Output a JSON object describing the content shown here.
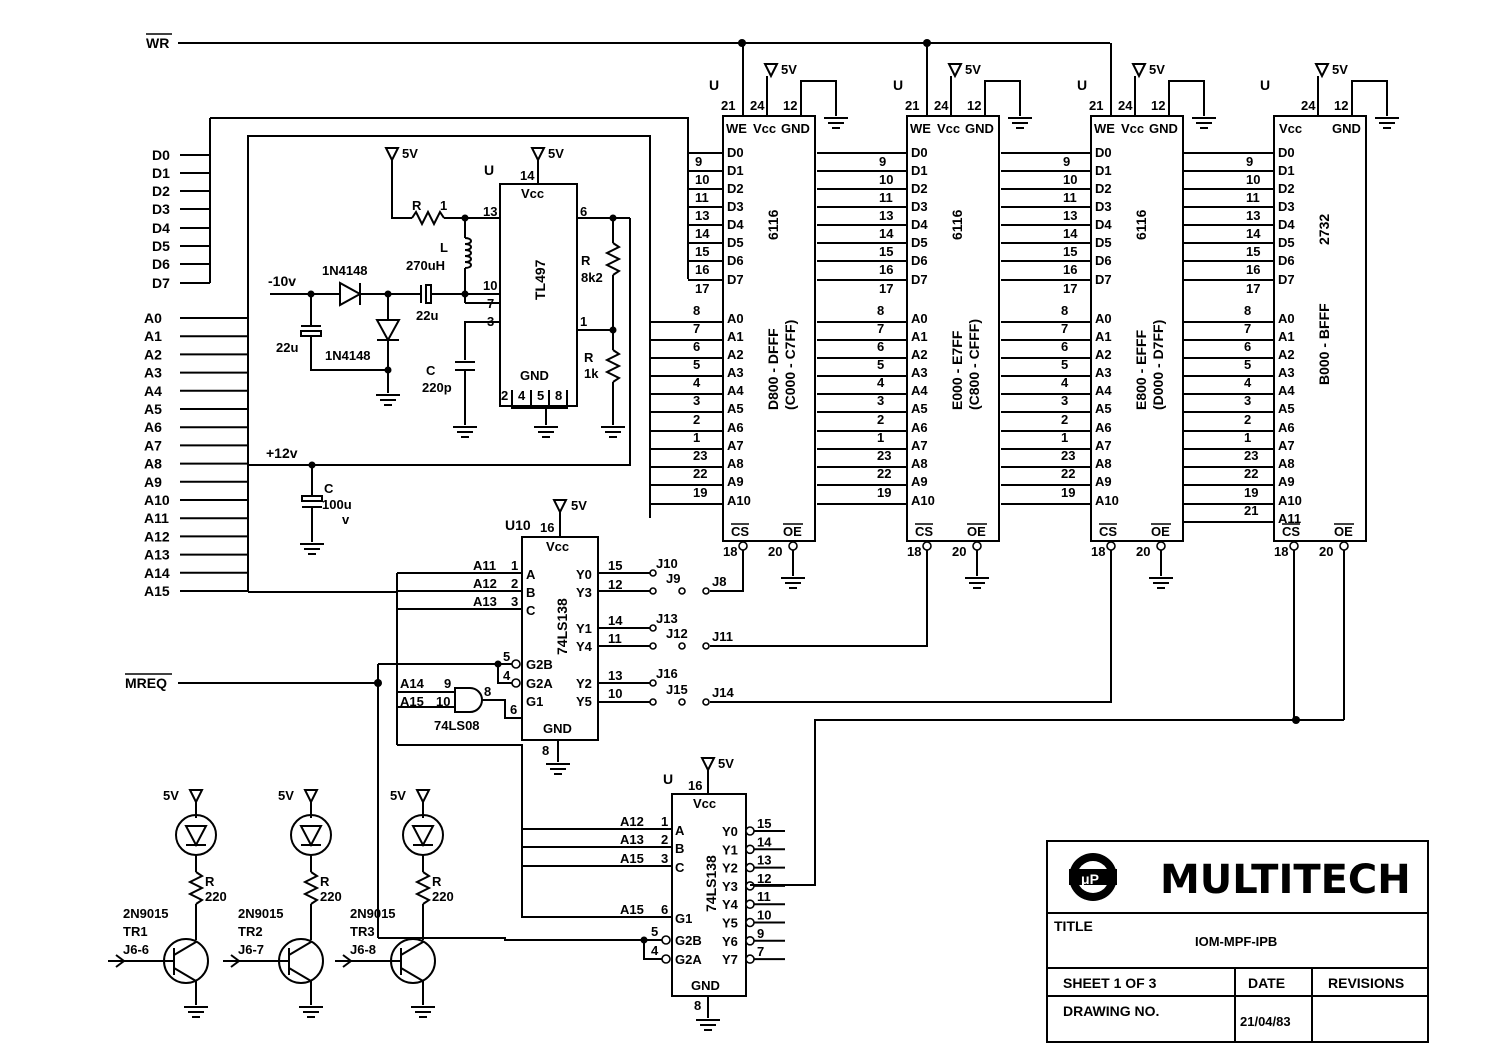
{
  "signals": {
    "wr": "WR",
    "mreq": "MREQ",
    "data_bus": [
      "D0",
      "D1",
      "D2",
      "D3",
      "D4",
      "D5",
      "D6",
      "D7"
    ],
    "addr_bus": [
      "A0",
      "A1",
      "A2",
      "A3",
      "A4",
      "A5",
      "A6",
      "A7",
      "A8",
      "A9",
      "A10",
      "A11",
      "A12",
      "A13",
      "A14",
      "A15"
    ]
  },
  "power": {
    "v5": "5V",
    "v12": "+12v",
    "vm10": "-10v"
  },
  "u_label": "U",
  "memory_chips": [
    {
      "part": "6116",
      "range1": "D800 - DFFF",
      "range2": "(C000 - C7FF)",
      "we_pin": "21",
      "vcc_pin": "24",
      "gnd_pin": "12",
      "cs_pin": "18",
      "oe_pin": "20",
      "jumper_a": "J10",
      "jumper_b": "J9",
      "jumper_c": "J8"
    },
    {
      "part": "6116",
      "range1": "E000 - E7FF",
      "range2": "(C800 - CFFF)",
      "we_pin": "21",
      "vcc_pin": "24",
      "gnd_pin": "12",
      "cs_pin": "18",
      "oe_pin": "20",
      "jumper_a": "J13",
      "jumper_b": "J12",
      "jumper_c": "J11"
    },
    {
      "part": "6116",
      "range1": "E800 - EFFF",
      "range2": "(D000 - D7FF)",
      "we_pin": "21",
      "vcc_pin": "24",
      "gnd_pin": "12",
      "cs_pin": "18",
      "oe_pin": "20",
      "jumper_a": "J16",
      "jumper_b": "J15",
      "jumper_c": "J14"
    },
    {
      "part": "2732",
      "range1": "B000 - BFFF",
      "range2": "",
      "vcc_pin": "24",
      "gnd_pin": "12",
      "cs_pin": "18",
      "oe_pin": "20"
    }
  ],
  "mem_pin_names": {
    "we": "WE",
    "vcc": "Vcc",
    "gnd": "GND",
    "cs": "CS",
    "oe": "OE"
  },
  "mem_data_pins": [
    "9",
    "10",
    "11",
    "13",
    "14",
    "15",
    "16",
    "17"
  ],
  "mem_addr_pins": [
    "8",
    "7",
    "6",
    "5",
    "4",
    "3",
    "2",
    "1",
    "23",
    "22",
    "19"
  ],
  "mem_a11_pin": "21",
  "mem_data_names": [
    "D0",
    "D1",
    "D2",
    "D3",
    "D4",
    "D5",
    "D6",
    "D7"
  ],
  "mem_addr_names": [
    "A0",
    "A1",
    "A2",
    "A3",
    "A4",
    "A5",
    "A6",
    "A7",
    "A8",
    "A9",
    "A10",
    "A11"
  ],
  "regulator": {
    "part": "TL497",
    "vcc": "Vcc",
    "gnd": "GND",
    "pins": [
      "14",
      "13",
      "6",
      "10",
      "7",
      "3",
      "1",
      "2",
      "4",
      "5",
      "8"
    ],
    "r1_name": "R",
    "r1_val": "1",
    "l_name": "L",
    "l_val": "270uH",
    "c22a": "22u",
    "c22b": "22u",
    "c220_name": "C",
    "c220_val": "220p",
    "r8k2_name": "R",
    "r8k2_val": "8k2",
    "r1k_name": "R",
    "r1k_val": "1k",
    "diode1": "1N4148",
    "diode2": "1N4148"
  },
  "bulk_cap": {
    "name": "C",
    "val": "100u",
    "unit": "v"
  },
  "decoder_u10": {
    "ref": "U10",
    "part": "74LS138",
    "vcc": "Vcc",
    "gnd": "GND",
    "vcc_pin": "16",
    "gnd_pin": "8",
    "inputs": [
      {
        "sig": "A11",
        "pin": "1",
        "name": "A"
      },
      {
        "sig": "A12",
        "pin": "2",
        "name": "B"
      },
      {
        "sig": "A13",
        "pin": "3",
        "name": "C"
      }
    ],
    "enables": [
      {
        "pin": "5",
        "name": "G2B"
      },
      {
        "pin": "4",
        "name": "G2A"
      },
      {
        "pin": "6",
        "name": "G1"
      }
    ],
    "outputs": [
      {
        "name": "Y0",
        "pin": "15"
      },
      {
        "name": "Y3",
        "pin": "12"
      },
      {
        "name": "Y1",
        "pin": "14"
      },
      {
        "name": "Y4",
        "pin": "11"
      },
      {
        "name": "Y2",
        "pin": "13"
      },
      {
        "name": "Y5",
        "pin": "10"
      }
    ]
  },
  "and_gate": {
    "part": "74LS08",
    "in1": "A14",
    "in1_pin": "9",
    "in2": "A15",
    "in2_pin": "10",
    "out_pin": "8"
  },
  "decoder2": {
    "part": "74LS138",
    "vcc": "Vcc",
    "gnd": "GND",
    "vcc_pin": "16",
    "gnd_pin": "8",
    "inputs": [
      {
        "sig": "A12",
        "pin": "1",
        "name": "A"
      },
      {
        "sig": "A13",
        "pin": "2",
        "name": "B"
      },
      {
        "sig": "A15",
        "pin": "3",
        "name": "C"
      },
      {
        "sig": "A15",
        "pin": "6",
        "name": "G1"
      }
    ],
    "enables": [
      {
        "pin": "5",
        "name": "G2B"
      },
      {
        "pin": "4",
        "name": "G2A"
      }
    ],
    "outputs": [
      {
        "name": "Y0",
        "pin": "15"
      },
      {
        "name": "Y1",
        "pin": "14"
      },
      {
        "name": "Y2",
        "pin": "13"
      },
      {
        "name": "Y3",
        "pin": "12"
      },
      {
        "name": "Y4",
        "pin": "11"
      },
      {
        "name": "Y5",
        "pin": "10"
      },
      {
        "name": "Y6",
        "pin": "9"
      },
      {
        "name": "Y7",
        "pin": "7"
      }
    ]
  },
  "leds": [
    {
      "supply": "5V",
      "r_name": "R",
      "r_val": "220",
      "transistor": "2N9015",
      "ref": "TR1",
      "input": "J6-6"
    },
    {
      "supply": "5V",
      "r_name": "R",
      "r_val": "220",
      "transistor": "2N9015",
      "ref": "TR2",
      "input": "J6-7"
    },
    {
      "supply": "5V",
      "r_name": "R",
      "r_val": "220",
      "transistor": "2N9015",
      "ref": "TR3",
      "input": "J6-8"
    }
  ],
  "title_block": {
    "company": "MULTITECH",
    "logo_text": "μP",
    "title_label": "TITLE",
    "title_value": "IOM-MPF-IPB",
    "sheet": "SHEET  1 OF 3",
    "date_label": "DATE",
    "revisions_label": "REVISIONS",
    "drawing_label": "DRAWING NO.",
    "date_value": "21/04/83"
  }
}
